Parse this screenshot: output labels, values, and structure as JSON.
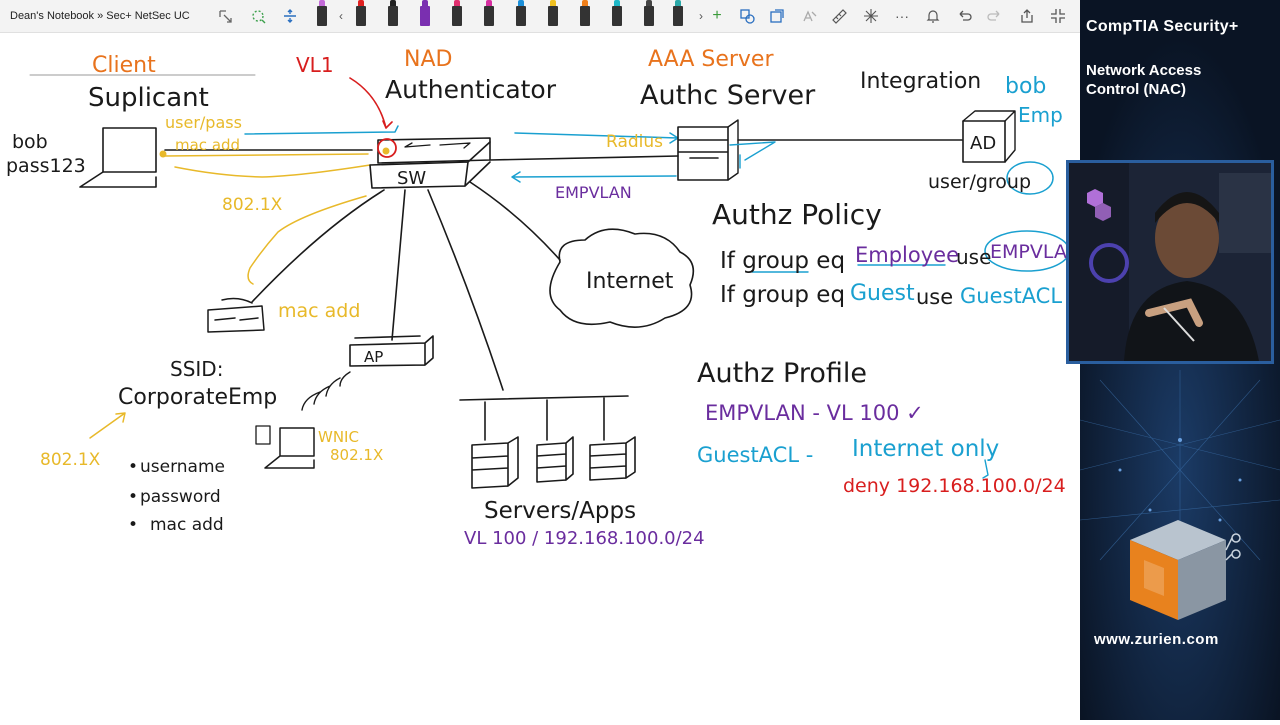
{
  "toolbar": {
    "notebook_title": "Dean's Notebook » Sec+ NetSec UC"
  },
  "sidebar": {
    "course_title": "CompTIA Security+",
    "topic_line1": "Network Access",
    "topic_line2": "Control (NAC)",
    "website": "www.zurien.com"
  },
  "diagram": {
    "client_label": "Client",
    "suplicant_label": "Suplicant",
    "bob": "bob",
    "pass123": "pass123",
    "user_pass": "user/pass",
    "mac_add_top": "mac add",
    "dot1x_top": "802.1X",
    "vl1": "VL1",
    "nad": "NAD",
    "authenticator": "Authenticator",
    "sw": "SW",
    "aaa_server": "AAA Server",
    "authc_server": "Authc Server",
    "radius": "Radius",
    "empvlan_arrow": "EMPVLAN",
    "integration": "Integration",
    "ad": "AD",
    "bob_right": "bob",
    "emp_right": "Emp",
    "user_group": "user/group",
    "authz_policy": "Authz Policy",
    "policy_if1": "If group eq",
    "policy_emp": "Employee",
    "policy_use1": "use",
    "policy_empvlan": "EMPVLAN",
    "policy_if2": "If group eq",
    "policy_guest": "Guest",
    "policy_use2": "use",
    "policy_guestacl": "GuestACL",
    "internet": "Internet",
    "phone_mac_add": "mac add",
    "ssid_label": "SSID:",
    "ssid_name": "CorporateEmp",
    "ap": "AP",
    "wnic": "WNIC",
    "wnic_dot1x": "802.1X",
    "dot1x_left": "802.1X",
    "bullet_username": "username",
    "bullet_password": "password",
    "bullet_macadd": "mac add",
    "servers_apps": "Servers/Apps",
    "vl100_subnet": "VL 100 / 192.168.100.0/24",
    "authz_profile": "Authz Profile",
    "profile_emp": "EMPVLAN - VL 100 ✓",
    "profile_guest": "GuestACL -",
    "profile_internet_only": "Internet only",
    "profile_deny": "deny 192.168.100.0/24"
  },
  "colors": {
    "ink_black": "#1a1a1a",
    "ink_orange": "#e8731d",
    "ink_red": "#d81e1e",
    "ink_yellow": "#e8b92a",
    "ink_blue": "#1aa0d0",
    "ink_purple": "#6a2d9e",
    "sidebar_bg": "#0a1424"
  }
}
